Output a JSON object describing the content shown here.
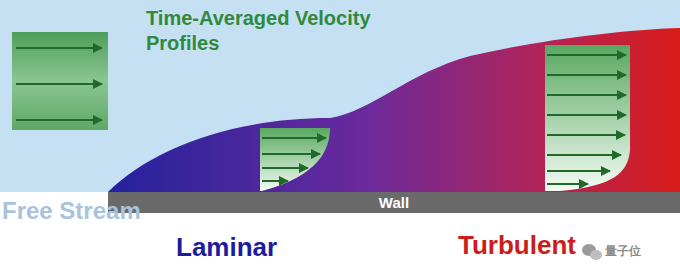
{
  "diagram": {
    "title": "Time-Averaged Velocity Profiles",
    "nodes": [
      {
        "text": [
          "Wall"
        ]
      }
    ],
    "labels": [
      "Free Stream",
      "Laminar",
      "Turbulent",
      "量子位"
    ]
  }
}
